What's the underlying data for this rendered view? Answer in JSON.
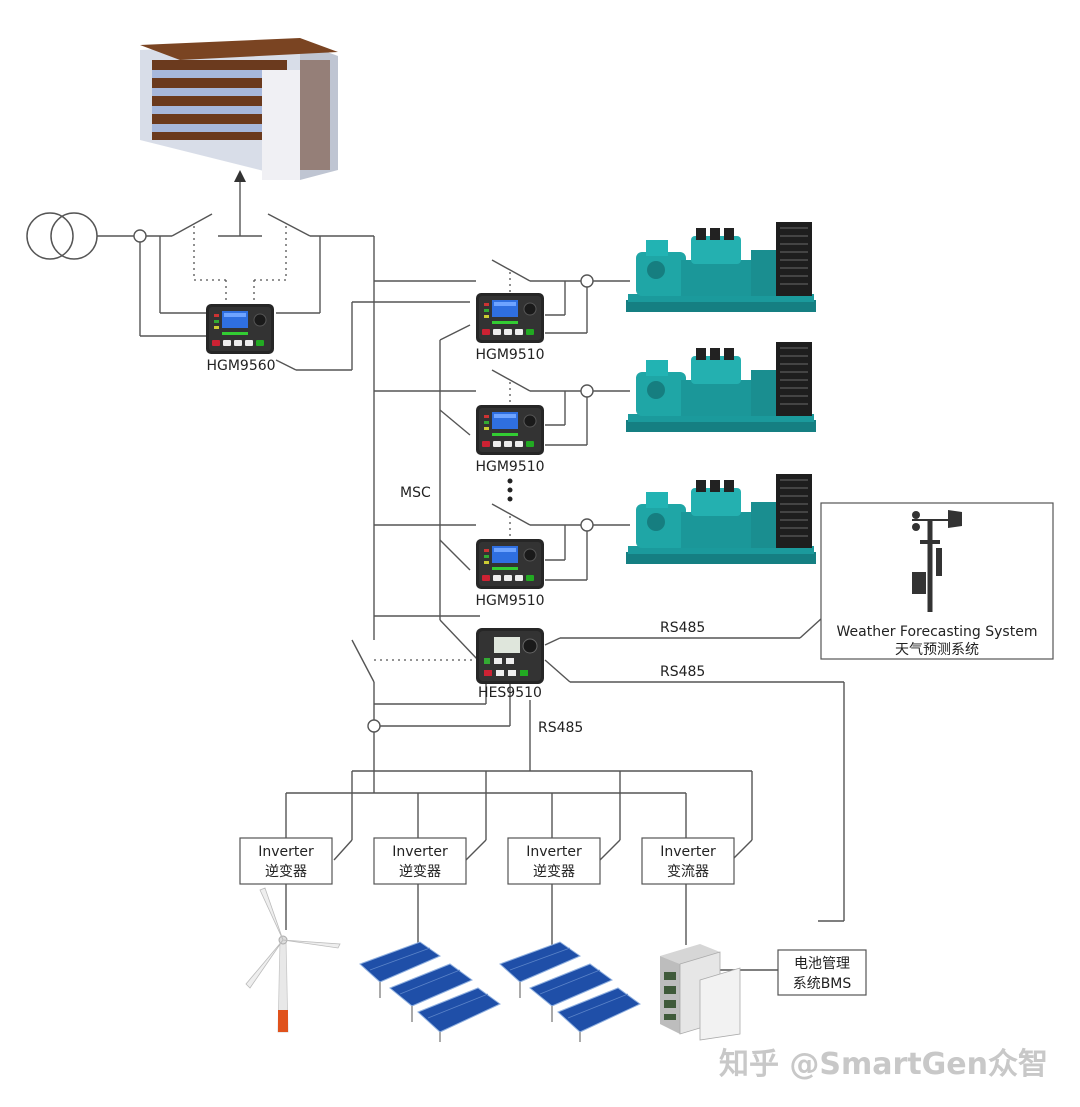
{
  "controllers": {
    "hgm9560": "HGM9560",
    "hgm9510_1": "HGM9510",
    "hgm9510_2": "HGM9510",
    "hgm9510_3": "HGM9510",
    "hes9510": "HES9510"
  },
  "links": {
    "msc": "MSC",
    "rs485_weather": "RS485",
    "rs485_bms": "RS485",
    "rs485_bus": "RS485"
  },
  "weather": {
    "title_en": "Weather Forecasting System",
    "title_cn": "天气预测系统"
  },
  "inverters": [
    {
      "en": "Inverter",
      "cn": "逆变器"
    },
    {
      "en": "Inverter",
      "cn": "逆变器"
    },
    {
      "en": "Inverter",
      "cn": "逆变器"
    },
    {
      "en": "Inverter",
      "cn": "变流器"
    }
  ],
  "bms": {
    "line1": "电池管理",
    "line2": "系统BMS"
  },
  "watermark": "知乎 @SmartGen众智",
  "colors": {
    "genset": "#1fa6a6",
    "genset_dark": "#0f6f72",
    "controller": "#2b2b2b",
    "screen": "#2f6fe0",
    "building_brown": "#6b3a1e",
    "solar": "#1f4fa8",
    "turbine_tip": "#e0521c"
  }
}
